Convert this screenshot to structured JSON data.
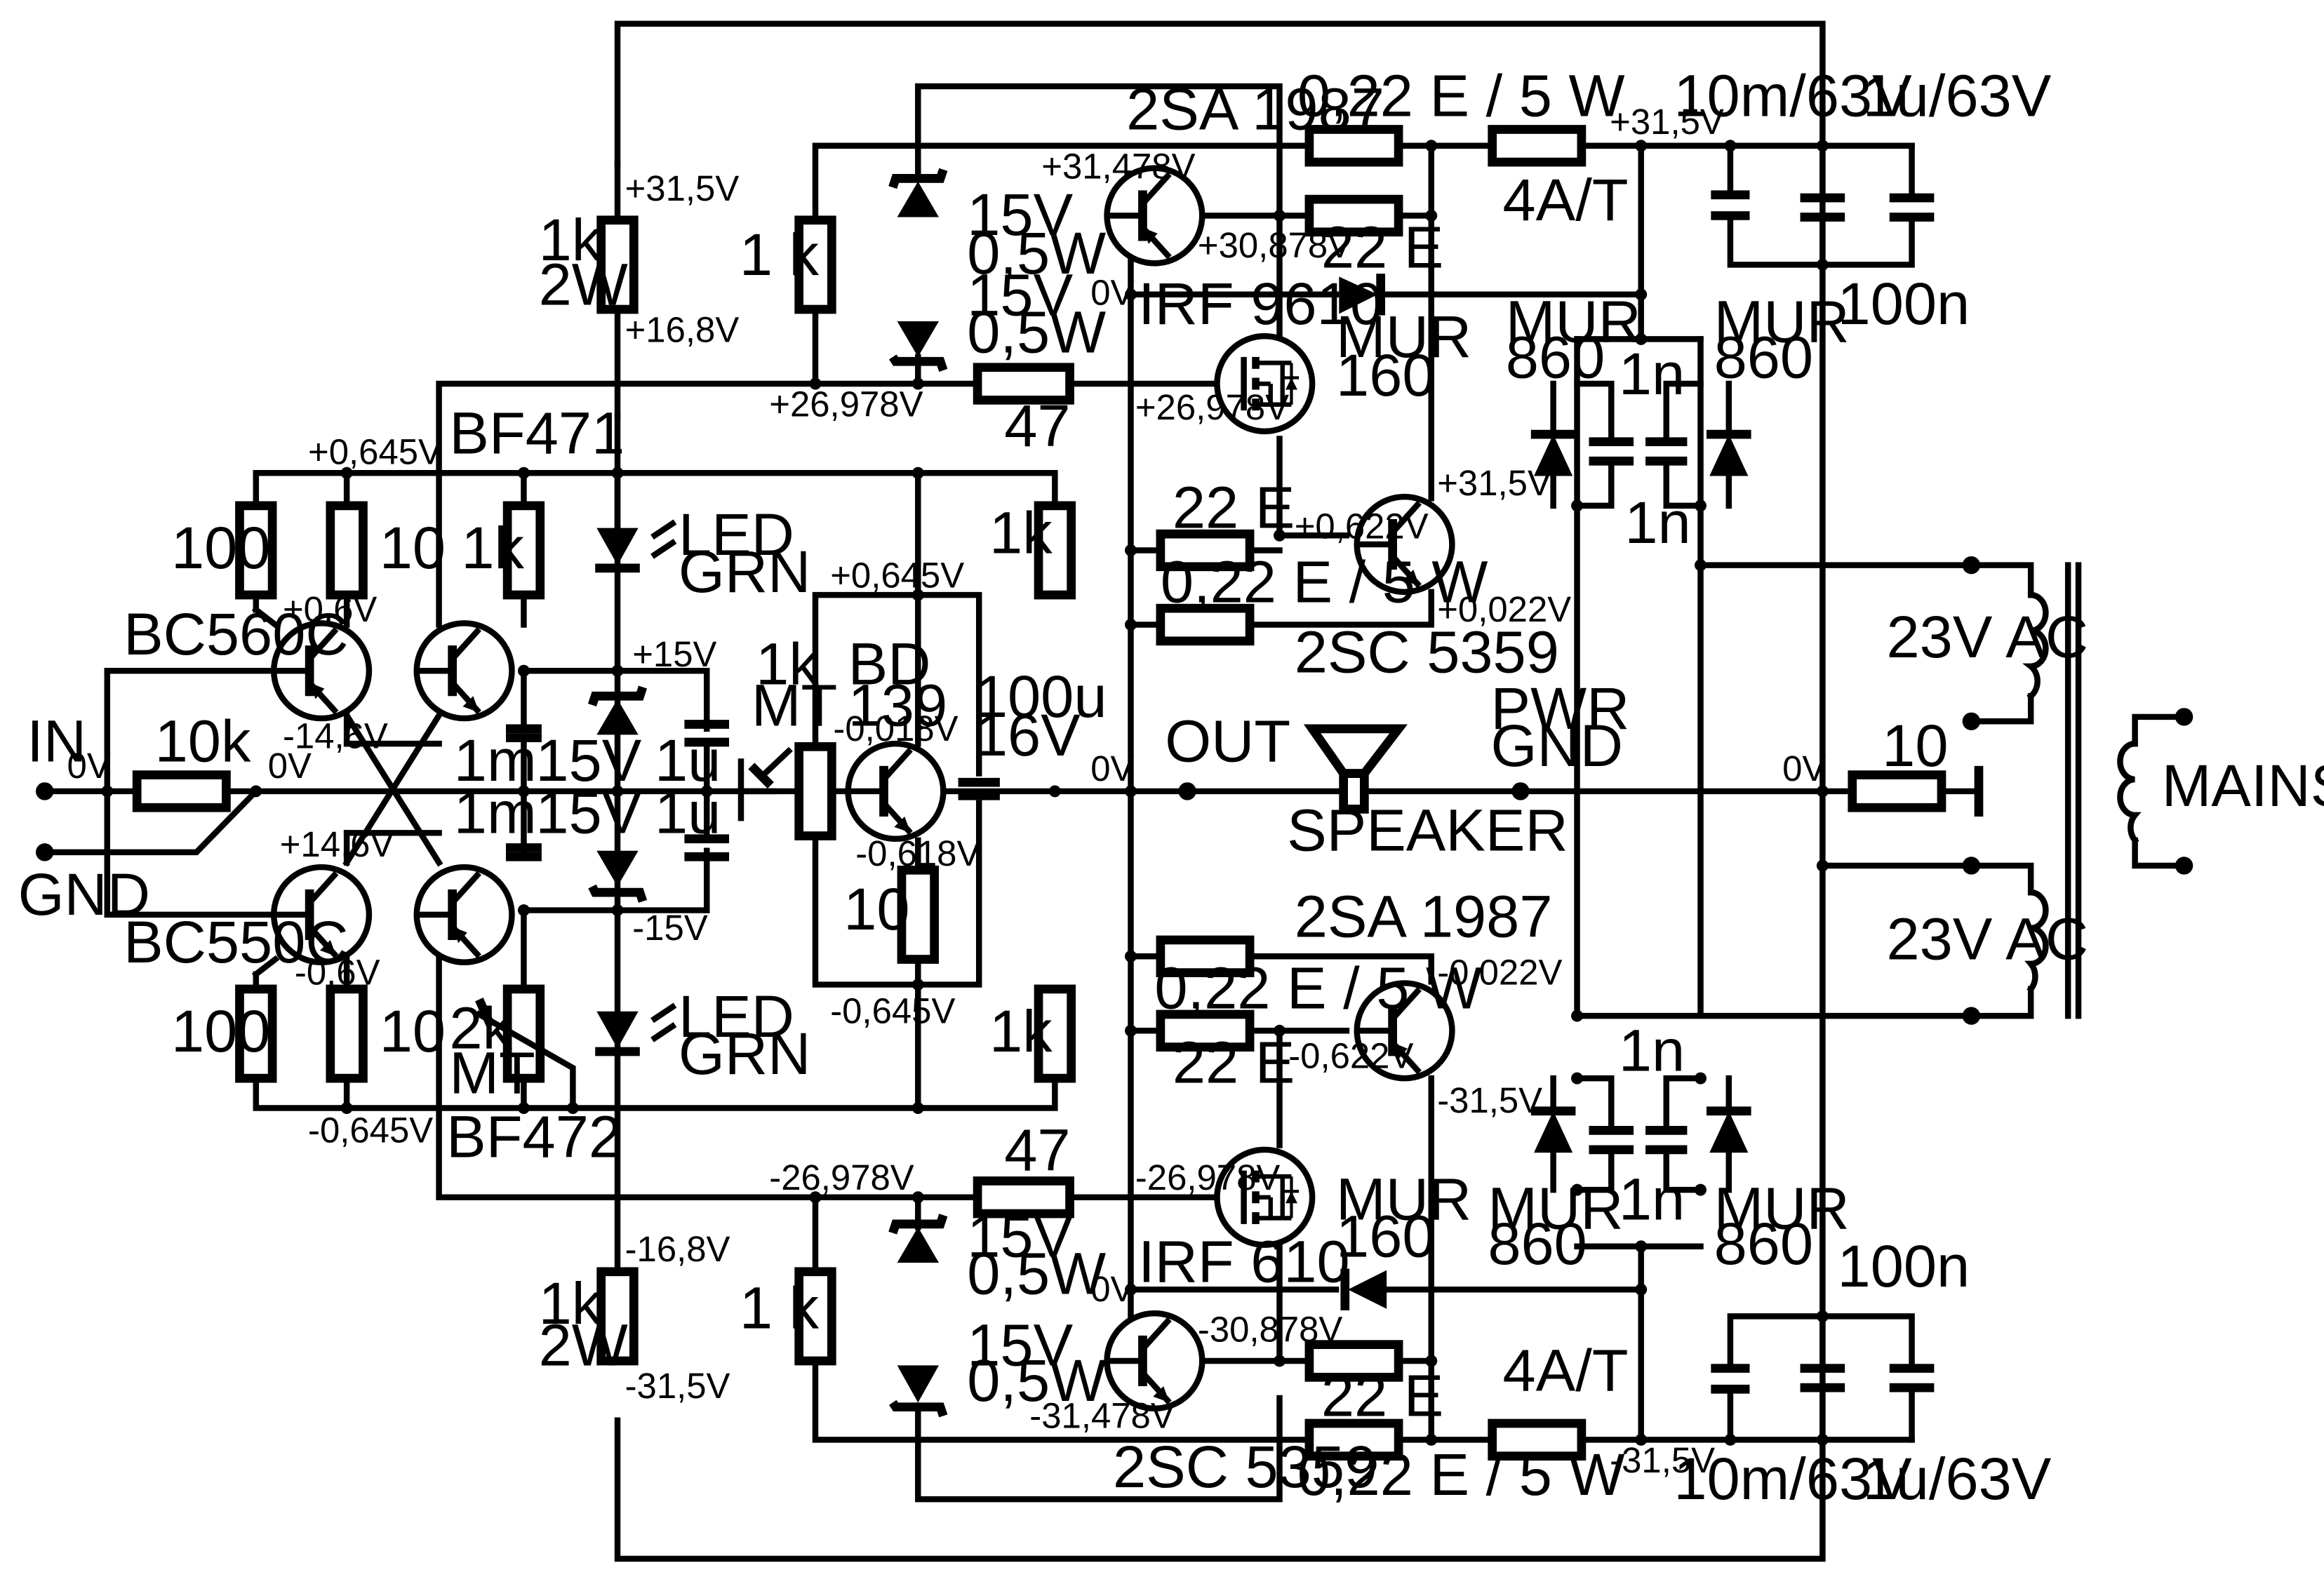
{
  "components": {
    "t_bc560c": "BC560C",
    "t_bc550c": "BC550C",
    "t_bf471": "BF471",
    "t_bf472": "BF472",
    "t_bd139a": "BD",
    "t_bd139b": "139",
    "t_2sa1987_top": "2SA 1987",
    "t_2sa1987_bot": "2SA 1987",
    "t_2sc5359_top": "2SC 5359",
    "t_2sc5359_bot": "2SC 5359",
    "t_irf9610": "IRF 9610",
    "t_irf610": "IRF 610",
    "d_mur160_top_a": "MUR",
    "d_mur160_top_b": "160",
    "d_mur160_bot_a": "MUR",
    "d_mur160_bot_b": "160",
    "d_mur860_a": "MUR",
    "d_mur860_b": "860",
    "led_a": "LED",
    "led_b": "GRN",
    "r_100": "100",
    "r_10": "10",
    "r_10k": "10k",
    "r_1k": "1k",
    "r_1k_space": "1 k",
    "r_2w": "2W",
    "r_47": "47",
    "r_22e": "22 E",
    "r_022e": "0,22 E / 5 W",
    "r_1k_mt_a": "1k",
    "r_1k_mt_b": "MT",
    "r_2k_mt_a": "2k",
    "r_2k_mt_b": "MT",
    "c_1m": "1m",
    "c_1u": "1u",
    "c_100u_a": "100u",
    "c_100u_b": "16V",
    "c_1n": "1n",
    "c_100n": "100n",
    "c_10m63": "10m/63V",
    "c_1u63": "1u/63V",
    "z_15v": "15V",
    "z_05w": "0,5W",
    "fuse": "4A/T",
    "label_in": "IN",
    "label_gnd": "GND",
    "label_out": "OUT",
    "label_pwr": "PWR",
    "label_gnd2": "GND",
    "label_speaker": "SPEAKER",
    "label_23vac": "23V AC",
    "label_mains": "MAINS AC"
  },
  "voltages": {
    "v_0": "0V",
    "v_p315": "+31,5V",
    "v_m315": "-31,5V",
    "v_p168": "+16,8V",
    "v_m168": "-16,8V",
    "v_p0645": "+0,645V",
    "v_m0645": "-0,645V",
    "v_p06": "+0,6V",
    "v_m06": "-0,6V",
    "v_m146": "-14,6V",
    "v_p146": "+14,6V",
    "v_p15": "+15V",
    "v_m15": "-15V",
    "v_m0018": "-0,018V",
    "v_m0618": "-0,618V",
    "v_p26978": "+26,978V",
    "v_m26978": "-26,978V",
    "v_p31478": "+31,478V",
    "v_m31478": "-31,478V",
    "v_p30878": "+30,878V",
    "v_m30878": "-30,878V",
    "v_p0622": "+0,622V",
    "v_m0622": "-0,622V",
    "v_p0022": "+0,022V",
    "v_m0022": "-0,022V"
  }
}
